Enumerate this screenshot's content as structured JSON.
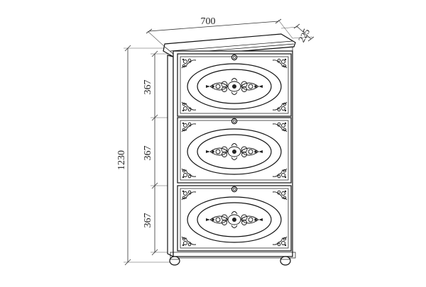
{
  "dimensions": {
    "width": "700",
    "depth": "225",
    "height": "1230",
    "drawer_heights": [
      "367",
      "367",
      "367"
    ]
  },
  "cabinet": {
    "drawer_count": 3
  }
}
